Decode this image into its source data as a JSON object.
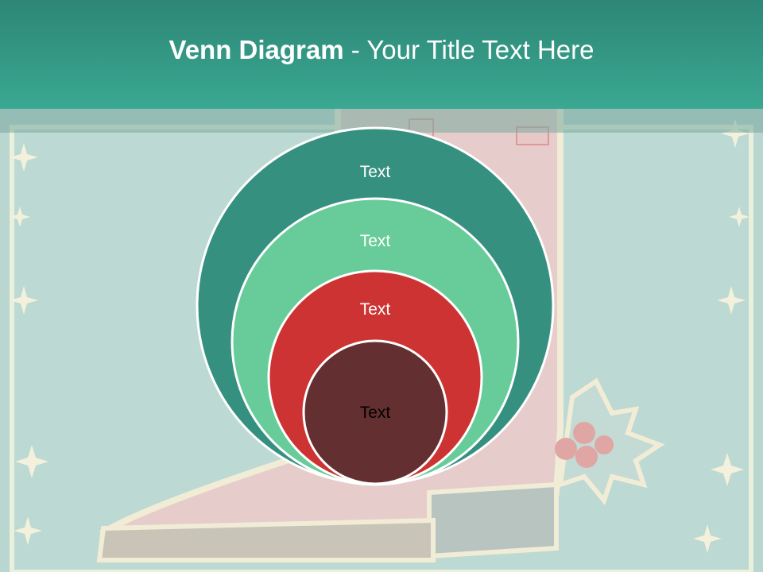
{
  "slide": {
    "title_bold": "Venn Diagram",
    "title_rest": " - Your Title Text Here"
  },
  "venn": {
    "circles": [
      {
        "label": "Text",
        "fill": "#36907f",
        "text_color": "#ffffff"
      },
      {
        "label": "Text",
        "fill": "#68cc9a",
        "text_color": "#ffffff"
      },
      {
        "label": "Text",
        "fill": "#cd3333",
        "text_color": "#ffffff"
      },
      {
        "label": "Text",
        "fill": "#642f30",
        "text_color": "#000000"
      }
    ]
  },
  "colors": {
    "title_bar": "#3aa892",
    "background": "#b9d6d0",
    "outline": "#ffffff"
  },
  "background_art": "vintage christmas boot with holly on teal grunge paper"
}
